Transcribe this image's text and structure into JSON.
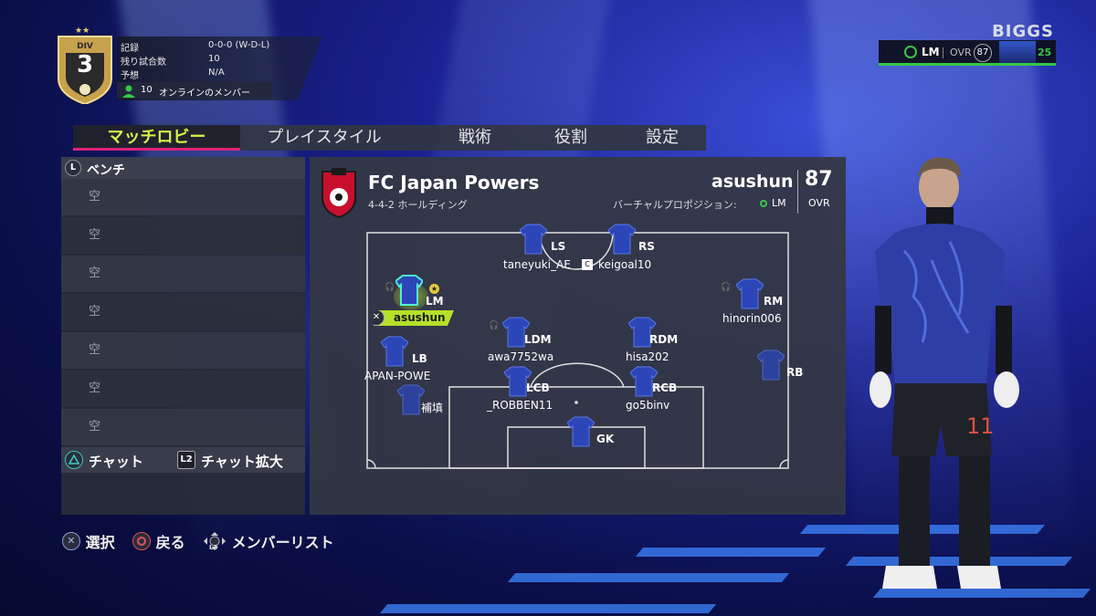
{
  "division": {
    "label": "DIV",
    "number": "3",
    "stats": [
      {
        "label": "記録",
        "value": "0-0-0 (W-D-L)"
      },
      {
        "label": "残り試合数",
        "value": "10"
      },
      {
        "label": "予想",
        "value": "N/A"
      }
    ],
    "online_count": "10",
    "online_label": "オンラインのメンバー"
  },
  "profile": {
    "name": "BIGGS",
    "position": "LM",
    "ovr_label": "OVR",
    "ovr": "87",
    "level": "25"
  },
  "tabs": [
    {
      "label": "マッチロビー",
      "active": true
    },
    {
      "label": "プレイスタイル",
      "active": false
    },
    {
      "label": "戦術",
      "active": false
    },
    {
      "label": "役割",
      "active": false
    },
    {
      "label": "設定",
      "active": false
    }
  ],
  "bench": {
    "button": "L",
    "title": "ベンチ",
    "slots": [
      "空",
      "空",
      "空",
      "空",
      "空",
      "空",
      "空"
    ],
    "chat_label": "チャット",
    "chat_expand_button": "L2",
    "chat_expand_label": "チャット拡大"
  },
  "team": {
    "name": "FC Japan Powers",
    "formation": "4-4-2 ホールディング",
    "user": "asushun",
    "ovr": "87",
    "ovr_label": "OVR",
    "virtual_pos_label": "バーチャルプロポジション:",
    "virtual_pos": "LM"
  },
  "players": [
    {
      "pos": "LS",
      "name": "taneyuki_AE",
      "you": false
    },
    {
      "pos": "RS",
      "name": "keigoal10",
      "captain": true
    },
    {
      "pos": "LM",
      "name": "asushun",
      "you": true
    },
    {
      "pos": "RM",
      "name": "hinorin006"
    },
    {
      "pos": "LDM",
      "name": "awa7752wa"
    },
    {
      "pos": "RDM",
      "name": "hisa202"
    },
    {
      "pos": "LB",
      "name": "APAN-POWE"
    },
    {
      "pos": "RB",
      "name": ""
    },
    {
      "pos": "LCB",
      "name": "_ROBBEN11"
    },
    {
      "pos": "RCB",
      "name": "go5binv"
    },
    {
      "pos": "",
      "name": "補填"
    },
    {
      "pos": "GK",
      "name": ""
    }
  ],
  "footer": {
    "select": "選択",
    "back": "戻る",
    "member_list": "メンバーリスト",
    "l3": "L3"
  },
  "colors": {
    "accent_green": "#35c749",
    "active_tab_text": "#d7f24a",
    "active_tab_underline": "#e0217a",
    "highlight_you": "#b6e02a"
  }
}
